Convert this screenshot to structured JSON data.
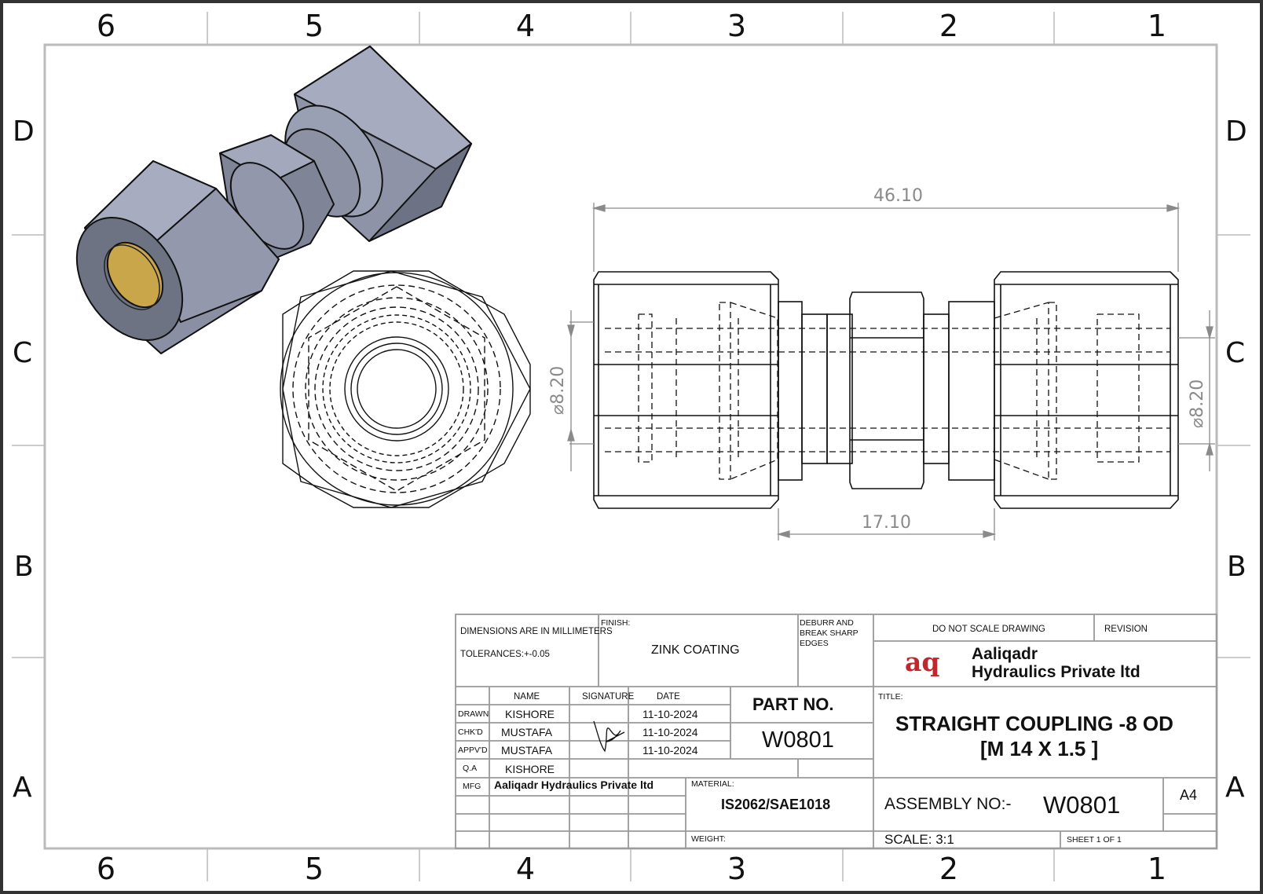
{
  "zone_labels": {
    "columns_top": [
      "6",
      "5",
      "4",
      "3",
      "2",
      "1"
    ],
    "columns_bottom": [
      "6",
      "5",
      "4",
      "3",
      "2",
      "1"
    ],
    "rows_left": [
      "D",
      "C",
      "B",
      "A"
    ],
    "rows_right": [
      "D",
      "C",
      "B",
      "A"
    ]
  },
  "dimensions": {
    "overall_length": "46.10",
    "body_length": "17.10",
    "left_bore": "8.20",
    "right_bore": "8.20",
    "diameter_symbol": "⌀"
  },
  "title_block": {
    "dimensions_note": "DIMENSIONS ARE IN MILLIMETERS",
    "tolerances": "TOLERANCES:+-0.05",
    "finish_label": "FINISH:",
    "finish_value": "ZINK COATING",
    "deburr_line1": "DEBURR AND",
    "deburr_line2": "BREAK SHARP",
    "deburr_line3": "EDGES",
    "do_not_scale": "DO NOT SCALE DRAWING",
    "revision_label": "REVISION",
    "company_logo": "aq",
    "company_line1": "Aaliqadr",
    "company_line2": "Hydraulics Private ltd",
    "header_name": "NAME",
    "header_signature": "SIGNATURE",
    "header_date": "DATE",
    "rows": [
      {
        "role": "DRAWN",
        "name": "KISHORE",
        "date": "11-10-2024"
      },
      {
        "role": "CHK'D",
        "name": "MUSTAFA",
        "date": "11-10-2024"
      },
      {
        "role": "APPV'D",
        "name": "MUSTAFA",
        "date": "11-10-2024"
      },
      {
        "role": "Q.A",
        "name": "KISHORE",
        "date": ""
      },
      {
        "role": "MFG",
        "name": "Aaliqadr Hydraulics Private ltd",
        "date": ""
      }
    ],
    "part_no_label": "PART NO.",
    "part_no_value": "W0801",
    "title_label": "TITLE:",
    "title_line1": "STRAIGHT COUPLING -8 OD",
    "title_line2": "[M 14 X 1.5 ]",
    "material_label": "MATERIAL:",
    "material_value": "IS2062/SAE1018",
    "weight_label": "WEIGHT:",
    "assembly_label": "ASSEMBLY NO:-",
    "assembly_value": "W0801",
    "sheet_size": "A4",
    "scale": "SCALE: 3:1",
    "sheet": "SHEET 1 OF 1"
  },
  "colors": {
    "frame": "#333333",
    "border": "#bbbbbb",
    "dimension": "#8a8a8a",
    "body_light": "#9aa0b4",
    "body_dark": "#6a6f80",
    "brass": "#c9a64a",
    "logo_red": "#c0282d"
  }
}
